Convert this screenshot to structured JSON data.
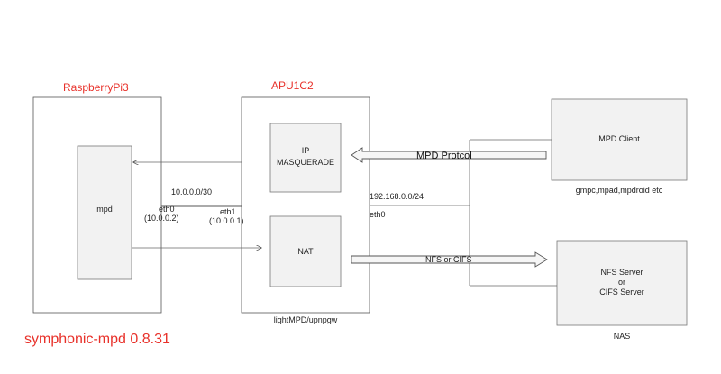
{
  "nodes": {
    "rpi_title": "RaspberryPi3",
    "apu_title": "APU1C2",
    "mpd": "mpd",
    "ip_masq": [
      "IP",
      "MASQUERADE"
    ],
    "nat": "NAT",
    "mpd_client": "MPD Client",
    "mpd_client_caption": "gmpc,mpad,mpdroid etc",
    "nas_box": [
      "NFS Server",
      "or",
      "CIFS Server"
    ],
    "nas_caption": "NAS",
    "apu_caption": "lightMPD/upnpgw"
  },
  "edges": {
    "mpd_protocol": "MPD Protcol",
    "nfs_or_cifs": "NFS or CIFS"
  },
  "network": {
    "subnet_inner": "10.0.0.0/30",
    "rpi_iface": [
      "eth0",
      "(10.0.0.2)"
    ],
    "apu_iface_inner": [
      "eth1",
      "(10.0.0.1)"
    ],
    "subnet_outer": "192.168.0.0/24",
    "apu_iface_outer": "eth0"
  },
  "footer": {
    "version_label": "symphonic-mpd 0.8.31"
  },
  "colors": {
    "title_red": "#e8312a",
    "box_border": "#555555",
    "inner_box_fill": "#f2f2f2",
    "line": "#666666"
  }
}
